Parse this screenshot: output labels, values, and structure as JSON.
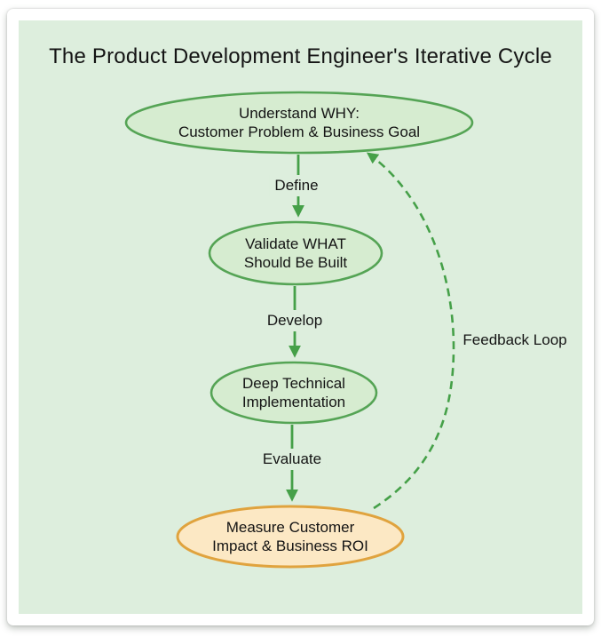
{
  "title": "The Product Development Engineer's Iterative Cycle",
  "nodes": {
    "understand": {
      "label": "Understand WHY:\nCustomer Problem & Business Goal"
    },
    "validate": {
      "label": "Validate WHAT\nShould Be Built"
    },
    "implement": {
      "label": "Deep Technical\nImplementation"
    },
    "measure": {
      "label": "Measure Customer\nImpact & Business ROI"
    }
  },
  "edges": {
    "define": {
      "label": "Define"
    },
    "develop": {
      "label": "Develop"
    },
    "evaluate": {
      "label": "Evaluate"
    },
    "feedback": {
      "label": "Feedback Loop"
    }
  },
  "colors": {
    "panel_background": "#ddeedd",
    "node_green_fill": "#d6ecd0",
    "node_green_stroke": "#55a455",
    "node_orange_fill": "#fce8c4",
    "node_orange_stroke": "#e0a33e",
    "arrow_green": "#45a048",
    "text": "#141414"
  }
}
